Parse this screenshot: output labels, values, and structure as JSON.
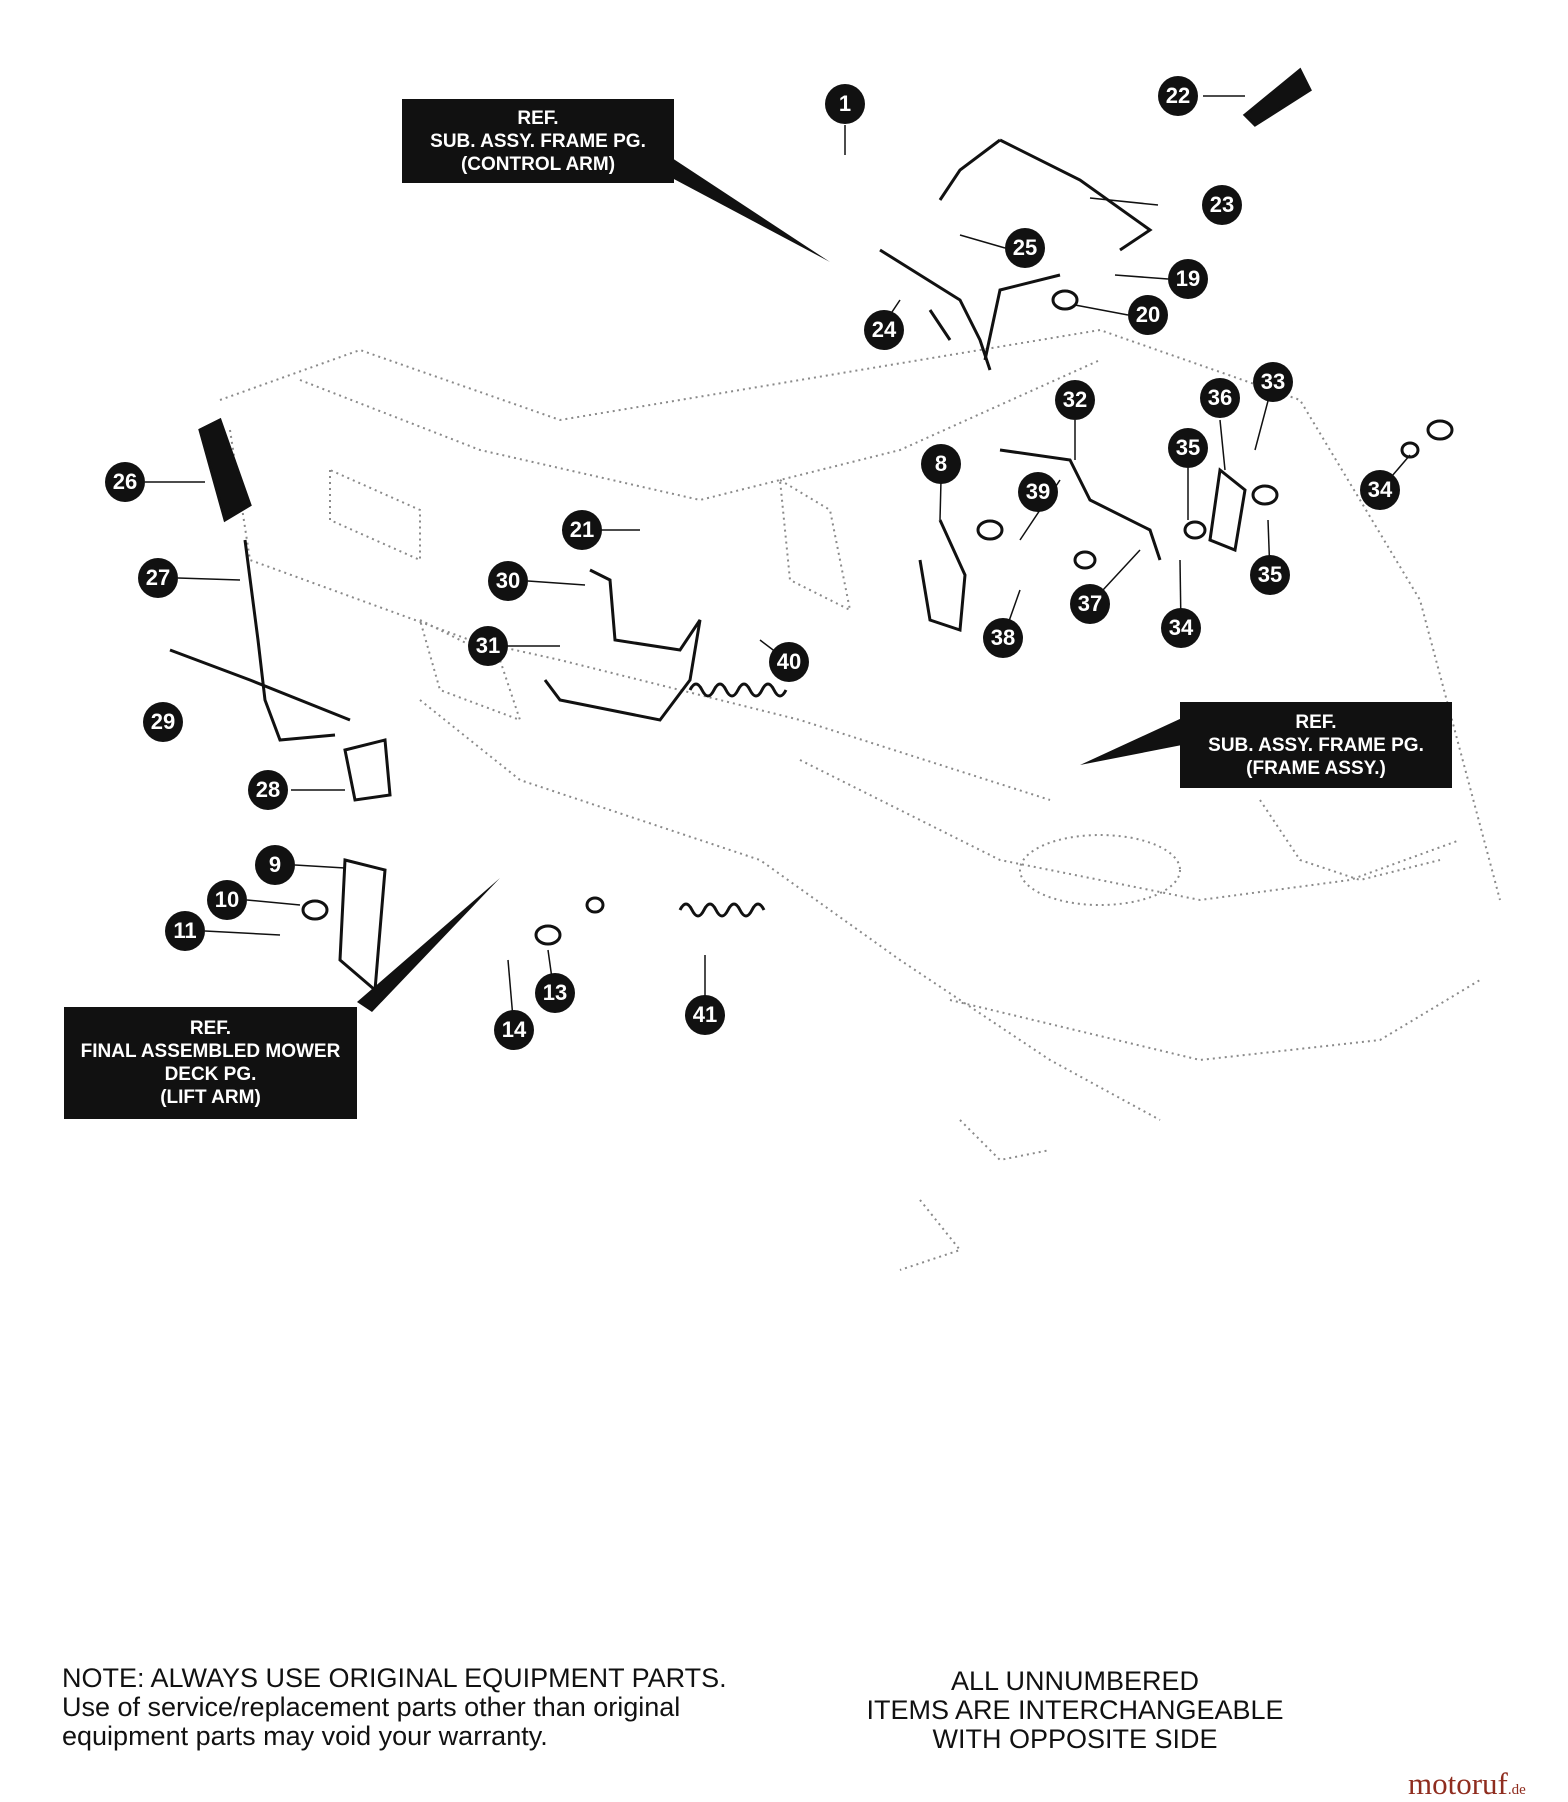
{
  "ref_boxes": {
    "control_arm": [
      "REF.",
      "SUB. ASSY. FRAME PG.",
      "(CONTROL ARM)"
    ],
    "frame_assy": [
      "REF.",
      "SUB. ASSY. FRAME PG.",
      "(FRAME ASSY.)"
    ],
    "lift_arm": [
      "REF.",
      "FINAL ASSEMBLED MOWER",
      "DECK PG.",
      "(LIFT ARM)"
    ]
  },
  "callouts": {
    "c1": "1",
    "c8": "8",
    "c9": "9",
    "c10": "10",
    "c11": "11",
    "c13": "13",
    "c14": "14",
    "c19": "19",
    "c20": "20",
    "c21": "21",
    "c22": "22",
    "c23": "23",
    "c24": "24",
    "c25": "25",
    "c26": "26",
    "c27": "27",
    "c28": "28",
    "c29": "29",
    "c30": "30",
    "c31": "31",
    "c32": "32",
    "c33": "33",
    "c34a": "34",
    "c34b": "34",
    "c35a": "35",
    "c35b": "35",
    "c36": "36",
    "c37": "37",
    "c38": "38",
    "c39": "39",
    "c40": "40",
    "c41": "41"
  },
  "notes": {
    "left": [
      "NOTE: ALWAYS USE ORIGINAL EQUIPMENT PARTS.",
      "Use of service/replacement parts other than original",
      "equipment parts may void your warranty."
    ],
    "right": [
      "ALL UNNUMBERED",
      "ITEMS ARE INTERCHANGEABLE",
      "WITH OPPOSITE SIDE"
    ]
  },
  "watermark": {
    "main": "motoruf",
    "tld": ".de"
  }
}
